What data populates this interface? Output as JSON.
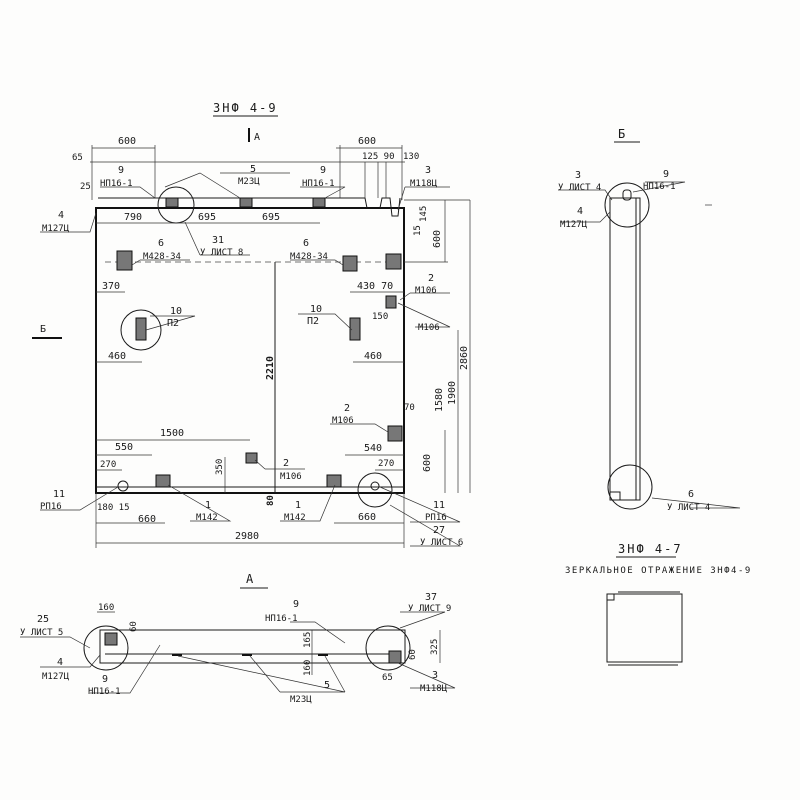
{
  "titles": {
    "main": "ЗНФ 4-9",
    "view_a_arrow": "А",
    "view_b_arrow": "Б",
    "section_a": "А",
    "section_b": "Б",
    "mirror_title": "ЗНФ 4-7",
    "mirror_note": "ЗЕРКАЛЬНОЕ ОТРАЖЕНИЕ ЗНФ4-9"
  },
  "dims": {
    "d600": "600",
    "d65": "65",
    "d25": "25",
    "d125_90": "125 90",
    "d130": "130",
    "d790": "790",
    "d695": "695",
    "d145": "145",
    "d15": "15",
    "d370": "370",
    "d430_70": "430 70",
    "d150": "150",
    "d460": "460",
    "d2210": "2210",
    "d2860": "2860",
    "d1900": "1900",
    "d1580": "1580",
    "d70": "70",
    "d1500": "1500",
    "d550": "550",
    "d540": "540",
    "d270": "270",
    "d350": "350",
    "d80": "80",
    "d180_15": "180 15",
    "d660": "660",
    "d2980": "2980",
    "d160": "160",
    "d60": "60",
    "d165": "165",
    "d325": "325"
  },
  "callouts": {
    "pos9": "9",
    "np16": "НП16-1",
    "pos5": "5",
    "m23": "М23Ц",
    "pos3": "3",
    "m118": "М118Ц",
    "pos4": "4",
    "m127": "М127Ц",
    "pos31": "31",
    "list8": "У ЛИСТ 8",
    "pos6": "6",
    "m428": "М428-34",
    "pos2": "2",
    "m106": "М106",
    "pos10": "10",
    "p2": "П2",
    "pos11": "11",
    "rp16": "РП16",
    "pos1": "1",
    "m142": "М142",
    "pos27": "27",
    "list6": "У ЛИСТ 6",
    "pos25": "25",
    "list5": "У ЛИСТ 5",
    "pos37": "37",
    "list9": "У ЛИСТ 9",
    "list4": "У ЛИСТ 4"
  }
}
